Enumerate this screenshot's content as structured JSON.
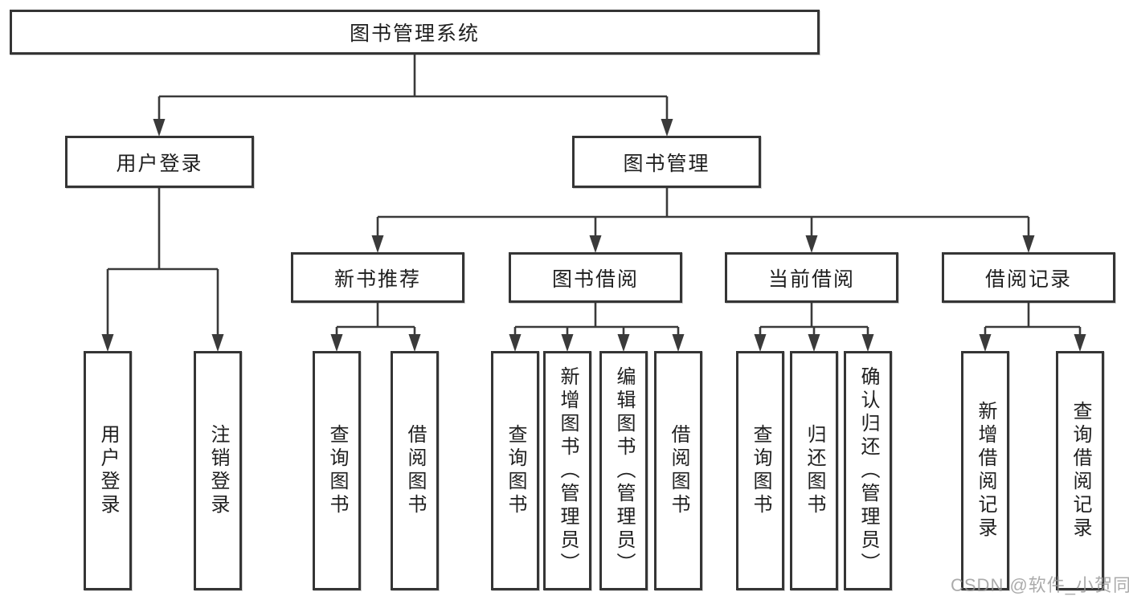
{
  "colors": {
    "line": "#3a3a3a",
    "border": "#353535",
    "text": "#1f1f1f",
    "watermark": "#969696",
    "background": "#ffffff"
  },
  "diagram": {
    "root": {
      "label": "图书管理系统"
    },
    "level2": [
      {
        "id": "user-login",
        "label": "用户登录"
      },
      {
        "id": "book-management",
        "label": "图书管理"
      }
    ],
    "level3": [
      {
        "id": "new-book-recommendation",
        "label": "新书推荐",
        "parent": "book-management"
      },
      {
        "id": "book-borrowing",
        "label": "图书借阅",
        "parent": "book-management"
      },
      {
        "id": "current-borrowing",
        "label": "当前借阅",
        "parent": "book-management"
      },
      {
        "id": "borrowing-records",
        "label": "借阅记录",
        "parent": "book-management"
      }
    ],
    "leaves": [
      {
        "parent": "user-login",
        "label": "用户登录"
      },
      {
        "parent": "user-login",
        "label": "注销登录"
      },
      {
        "parent": "new-book-recommendation",
        "label": "查询图书"
      },
      {
        "parent": "new-book-recommendation",
        "label": "借阅图书"
      },
      {
        "parent": "book-borrowing",
        "label": "查询图书"
      },
      {
        "parent": "book-borrowing",
        "label": "新增图书（管理员）"
      },
      {
        "parent": "book-borrowing",
        "label": "编辑图书（管理员）"
      },
      {
        "parent": "book-borrowing",
        "label": "借阅图书"
      },
      {
        "parent": "current-borrowing",
        "label": "查询图书"
      },
      {
        "parent": "current-borrowing",
        "label": "归还图书"
      },
      {
        "parent": "current-borrowing",
        "label": "确认归还（管理员）"
      },
      {
        "parent": "borrowing-records",
        "label": "新增借阅记录"
      },
      {
        "parent": "borrowing-records",
        "label": "查询借阅记录"
      }
    ]
  },
  "watermark": {
    "text": "CSDN @软件_小贺同学"
  }
}
